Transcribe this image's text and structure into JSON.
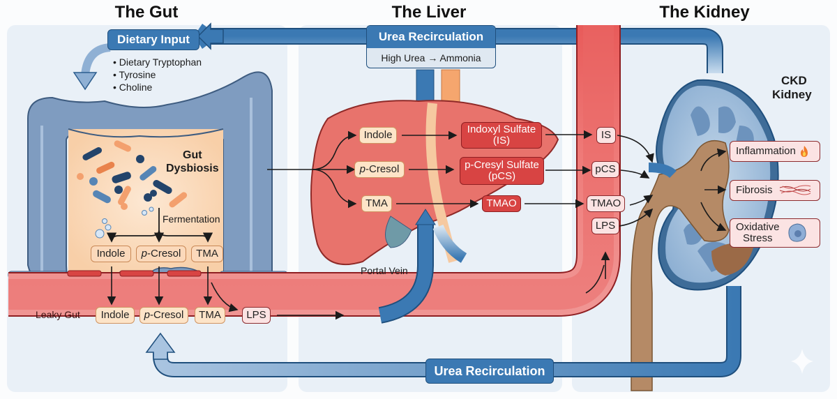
{
  "columns": {
    "gut": "The Gut",
    "liver": "The Liver",
    "kidney": "The Kidney"
  },
  "gut": {
    "dietary_input": {
      "label": "Dietary Input",
      "items": [
        "• Dietary Tryptophan",
        "• Tyrosine",
        "• Choline"
      ]
    },
    "dysbiosis_line1": "Gut",
    "dysbiosis_line2": "Dysbiosis",
    "fermentation": "Fermentation",
    "metabolites": [
      "Indole",
      "-Cresol",
      "TMA"
    ],
    "p_prefix": "p",
    "leaky_gut": "Leaky Gut",
    "blood_metabolites": [
      "Indole",
      "-Cresol",
      "TMA",
      "LPS"
    ]
  },
  "liver": {
    "urea_top": {
      "label": "Urea Recirculation",
      "sublabel": "High Urea → Ammonia"
    },
    "precursors": [
      "Indole",
      "-Cresol",
      "TMA"
    ],
    "p_prefix": "p",
    "products": [
      {
        "line1": "Indoxyl Sulfate",
        "line2": "(IS)"
      },
      {
        "line1": "p-Cresyl Sulfate",
        "line2": "(pCS)"
      },
      {
        "line1": "TMAO",
        "line2": ""
      }
    ],
    "portal_vein": "Portal Vein",
    "urea_bottom": "Urea Recirculation"
  },
  "kidney": {
    "toxins": [
      "IS",
      "pCS",
      "TMAO",
      "LPS"
    ],
    "ckd_line1": "CKD",
    "ckd_line2": "Kidney",
    "effects": [
      {
        "label": "Inflammation",
        "icon": "flame-icon"
      },
      {
        "label": "Fibrosis",
        "icon": "fibers-icon"
      },
      {
        "label_line1": "Oxidative",
        "label_line2": "Stress",
        "icon": "cell-icon"
      }
    ]
  },
  "colors": {
    "panel": "#e9f0f7",
    "urea_blue": "#3b79b3",
    "blood_red": "#e45a59",
    "metabolite_tan": "#fbd9bb",
    "toxin_red": "#d84443",
    "gut_blue": "#7f9cc0",
    "liver": "#e8736c"
  }
}
